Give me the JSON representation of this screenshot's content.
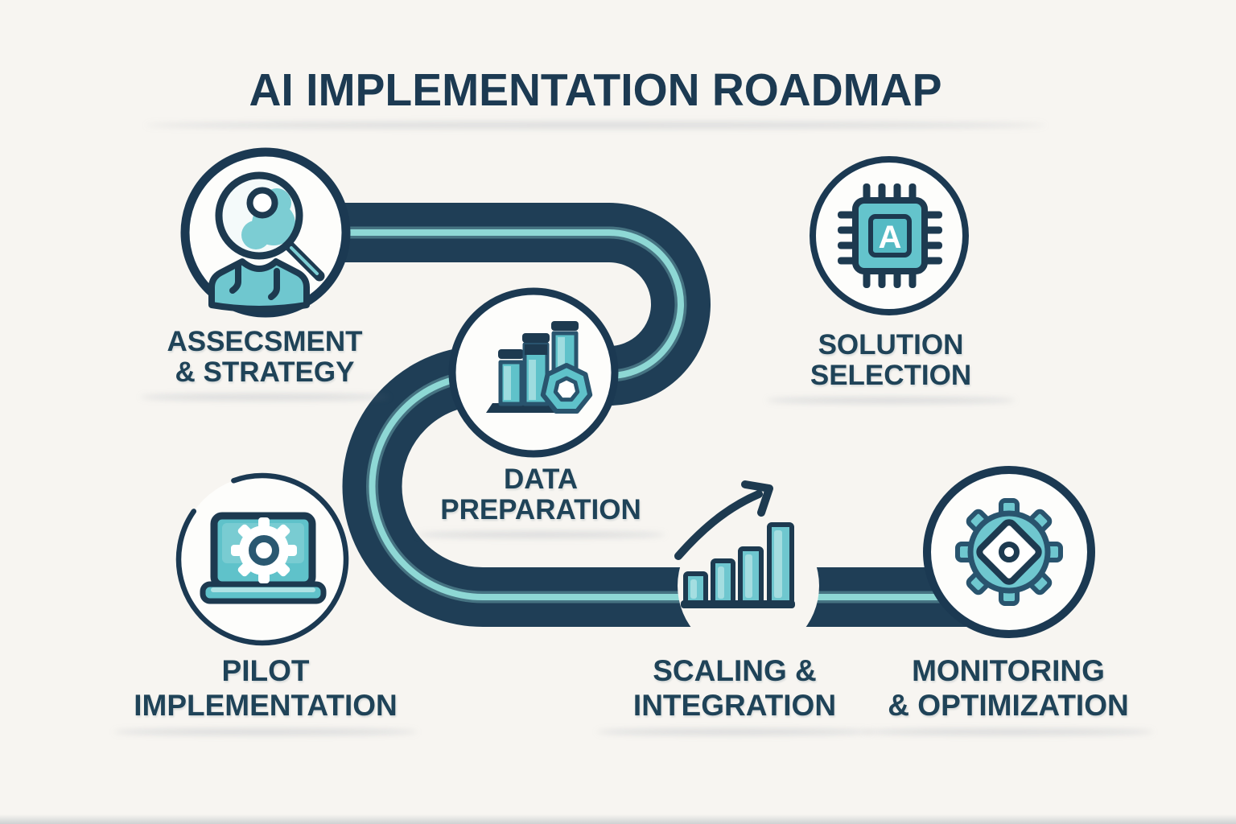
{
  "title": "AI IMPLEMENTATION ROADMAP",
  "steps": [
    {
      "name": "assessment-strategy",
      "line1": "ASSECSMENT",
      "line2": "& STRATEGY",
      "icon": "person-magnifier-icon"
    },
    {
      "name": "data-preparation",
      "line1": "DATA",
      "line2": "PREPARATION",
      "icon": "bar-chart-gear-icon"
    },
    {
      "name": "solution-selection",
      "line1": "SOLUTION",
      "line2": "SELECTION",
      "icon": "ai-chip-icon",
      "chip_letter": "A"
    },
    {
      "name": "pilot-implementation",
      "line1": "PILOT",
      "line2": "IMPLEMENTATION",
      "icon": "laptop-gear-icon"
    },
    {
      "name": "scaling-integration",
      "line1": "SCALING &",
      "line2": "INTEGRATION",
      "icon": "growth-bars-arrow-icon"
    },
    {
      "name": "monitoring-optimization",
      "line1": "MONITORING",
      "line2": "& OPTIMIZATION",
      "icon": "gear-diamond-icon"
    }
  ],
  "colors": {
    "background": "#f7f5f1",
    "road_navy": "#1f3e56",
    "lane_stripe_teal": "#8ed8d5",
    "icon_teal": "#6fc7cf",
    "icon_teal_light": "#aee2e4",
    "outline_navy": "#1d3a50",
    "text_navy": "#1f4358"
  }
}
